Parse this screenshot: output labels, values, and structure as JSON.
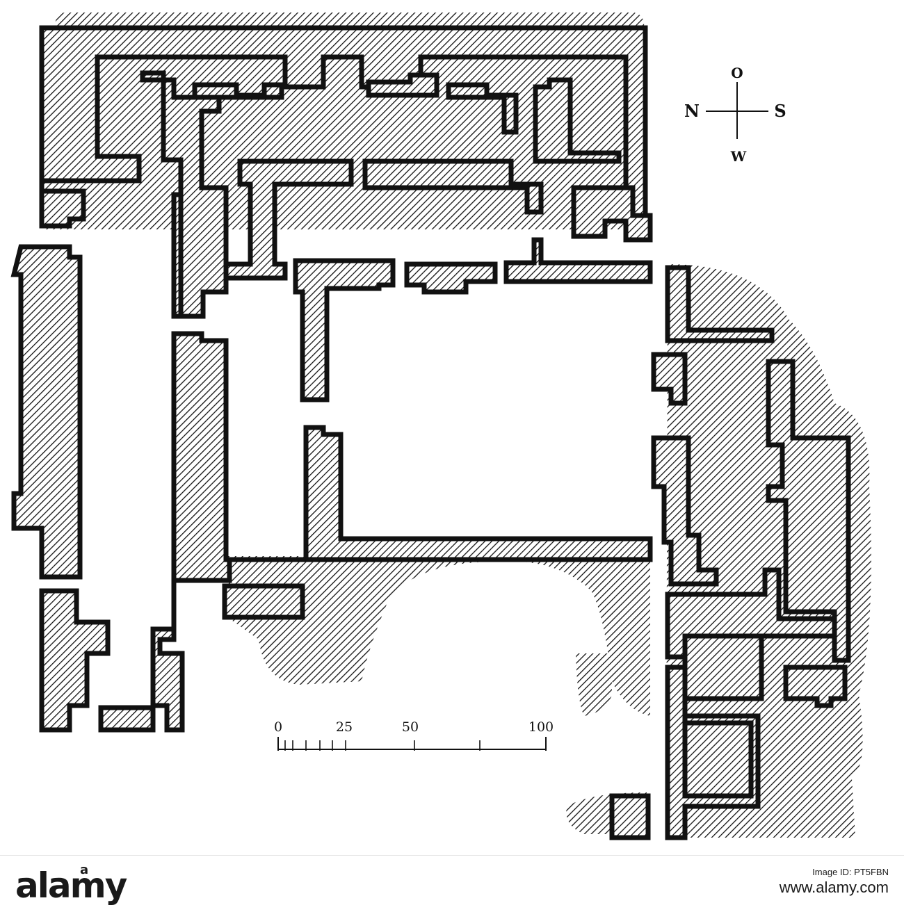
{
  "compass": {
    "north": "N",
    "south": "S",
    "east": "O",
    "west": "W"
  },
  "scale": {
    "labels": [
      "0",
      "25",
      "50",
      "100"
    ]
  },
  "footer": {
    "brand": "alamy",
    "brand_mark": "a",
    "image_id": "Image ID: PT5FBN",
    "url": "www.alamy.com"
  },
  "colors": {
    "ink": "#111111",
    "paper": "#ffffff"
  }
}
